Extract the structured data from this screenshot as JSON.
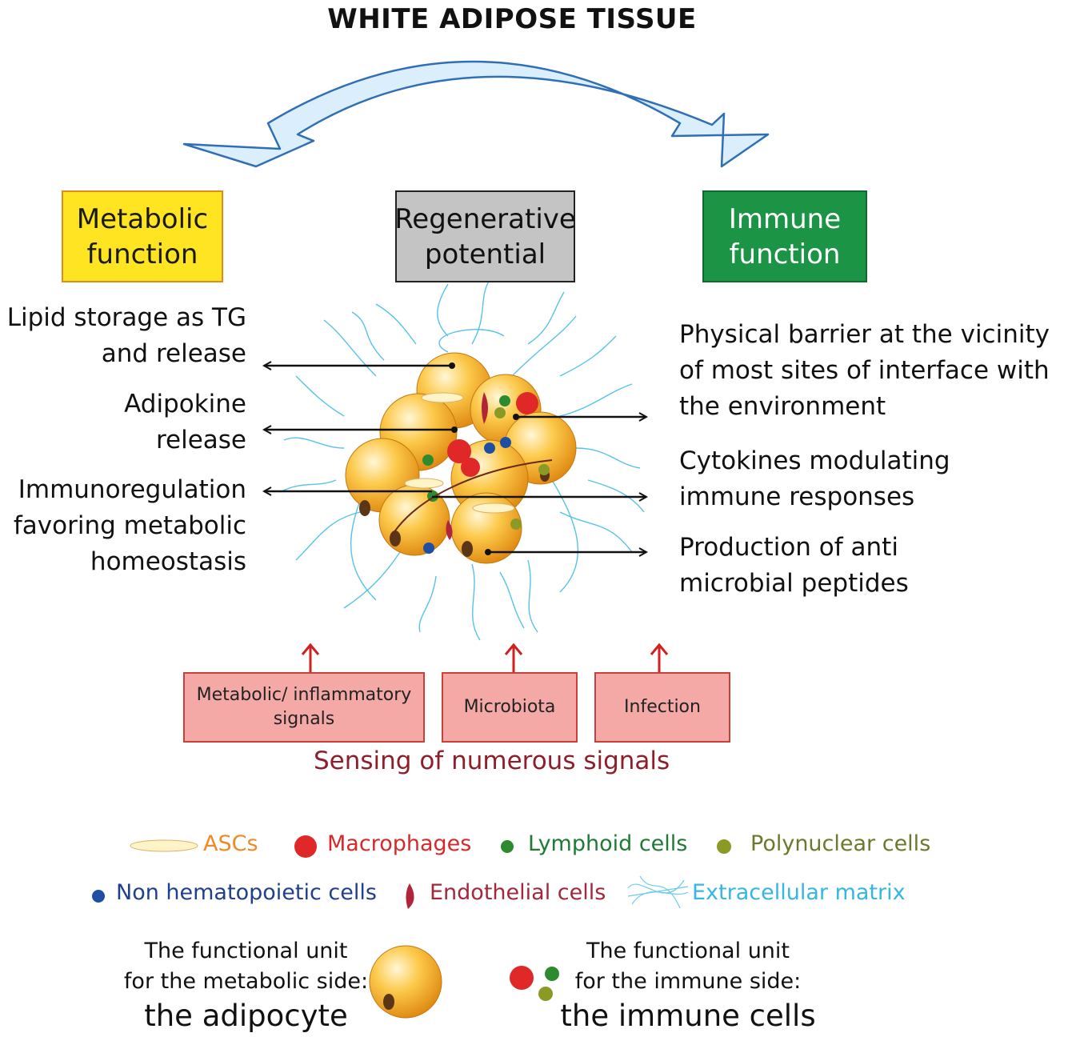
{
  "title": "WHITE ADIPOSE TISSUE",
  "function_boxes": {
    "metabolic": "Metabolic function",
    "regenerative": "Regenerative potential",
    "immune": "Immune function"
  },
  "left_functions": [
    "Lipid storage as TG and release",
    "Adipokine release",
    "Immunoregulation favoring metabolic homeostasis"
  ],
  "right_functions": [
    "Physical barrier at the vicinity of most sites of interface with the environment",
    "Cytokines modulating immune responses",
    "Production of anti microbial peptides"
  ],
  "signals": {
    "metabolic": "Metabolic/ inflammatory signals",
    "microbiota": "Microbiota",
    "infection": "Infection",
    "caption": "Sensing of numerous signals"
  },
  "legend": {
    "ascs": "ASCs",
    "macrophages": "Macrophages",
    "lymphoid": "Lymphoid cells",
    "polynuclear": "Polynuclear cells",
    "non_hematopoietic": "Non hematopoietic cells",
    "endothelial": "Endothelial cells",
    "ecm": "Extracellular matrix"
  },
  "units": {
    "metabolic_line1": "The functional unit",
    "metabolic_line2": "for the metabolic side:",
    "metabolic_name": "the adipocyte",
    "immune_line1": "The functional unit",
    "immune_line2": "for the immune side:",
    "immune_name": "the immune cells"
  },
  "colors": {
    "metabolic_box": "#ffe422",
    "regenerative_box": "#c4c4c4",
    "immune_box": "#1c9446",
    "signal_box": "#f4a9a6",
    "arrow_fill": "#dbeefb",
    "arrow_stroke": "#2f6fb5",
    "ascs_text": "#f08a24",
    "macrophages_text": "#d62a2a",
    "lymphoid_text": "#1f7a34",
    "polynuclear_text": "#6b7a2a",
    "non_hematopoietic_text": "#1f3f8f",
    "endothelial_text": "#a3283a",
    "ecm_text": "#35b6e3",
    "sensing_text": "#8e1f2a"
  }
}
